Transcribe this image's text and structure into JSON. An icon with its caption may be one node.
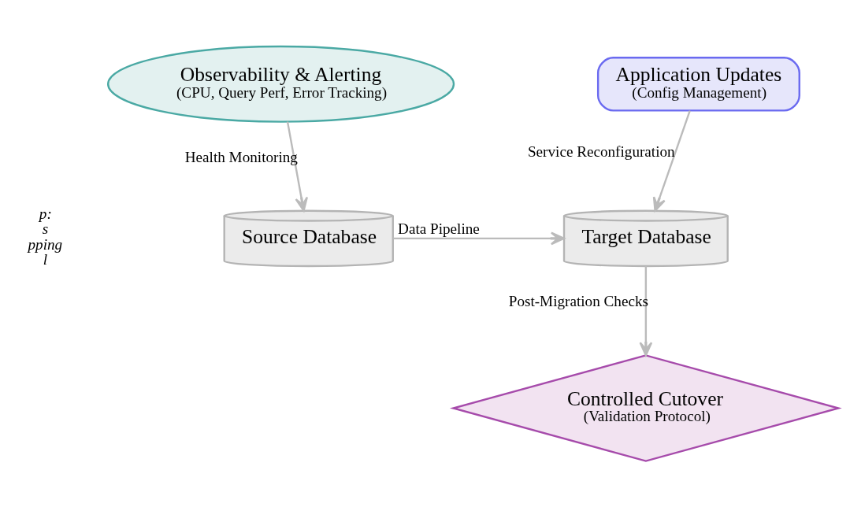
{
  "diagram": {
    "nodes": [
      {
        "text": [
          "Observability & Alerting",
          "(CPU, Query Perf, Error Tracking)"
        ]
      },
      {
        "text": [
          "Application Updates",
          "(Config Management)"
        ]
      },
      {
        "text": [
          "Source Database"
        ]
      },
      {
        "text": [
          "Target Database"
        ]
      },
      {
        "text": [
          "Controlled Cutover",
          "(Validation Protocol)"
        ]
      }
    ],
    "edges": [
      {
        "from": 0,
        "to": 2,
        "arrow": "to",
        "label": "Health Monitoring"
      },
      {
        "from": 1,
        "to": 3,
        "arrow": "to",
        "label": "Service Reconfiguration"
      },
      {
        "from": 2,
        "to": 3,
        "arrow": "to",
        "label": "Data Pipeline"
      },
      {
        "from": 3,
        "to": 4,
        "arrow": "to",
        "label": "Post-Migration Checks"
      }
    ],
    "labels": [
      "p:",
      "s",
      "pping",
      "l"
    ]
  }
}
